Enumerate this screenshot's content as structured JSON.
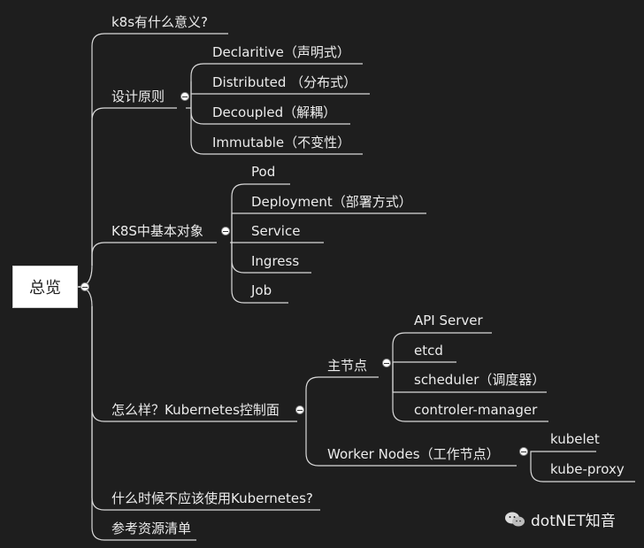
{
  "root": {
    "label": "总览"
  },
  "branches": {
    "b1": {
      "label": "k8s有什么意义?"
    },
    "b2": {
      "label": "设计原则",
      "children": [
        "Declaritive（声明式）",
        "Distributed （分布式）",
        "Decoupled（解耦）",
        "Immutable（不变性）"
      ]
    },
    "b3": {
      "label": "K8S中基本对象",
      "children": [
        "Pod",
        "Deployment（部署方式）",
        "Service",
        "Ingress",
        "Job"
      ]
    },
    "b4": {
      "label": "怎么样？Kubernetes控制面",
      "master": {
        "label": "主节点",
        "children": [
          "API Server",
          "etcd",
          "scheduler（调度器）",
          "controler-manager"
        ]
      },
      "worker": {
        "label": "Worker Nodes（工作节点）",
        "children": [
          "kubelet",
          "kube-proxy"
        ]
      }
    },
    "b5": {
      "label": "什么时候不应该使用Kubernetes?"
    },
    "b6": {
      "label": "参考资源清单"
    }
  },
  "watermark": {
    "text": "dotNET知音"
  }
}
